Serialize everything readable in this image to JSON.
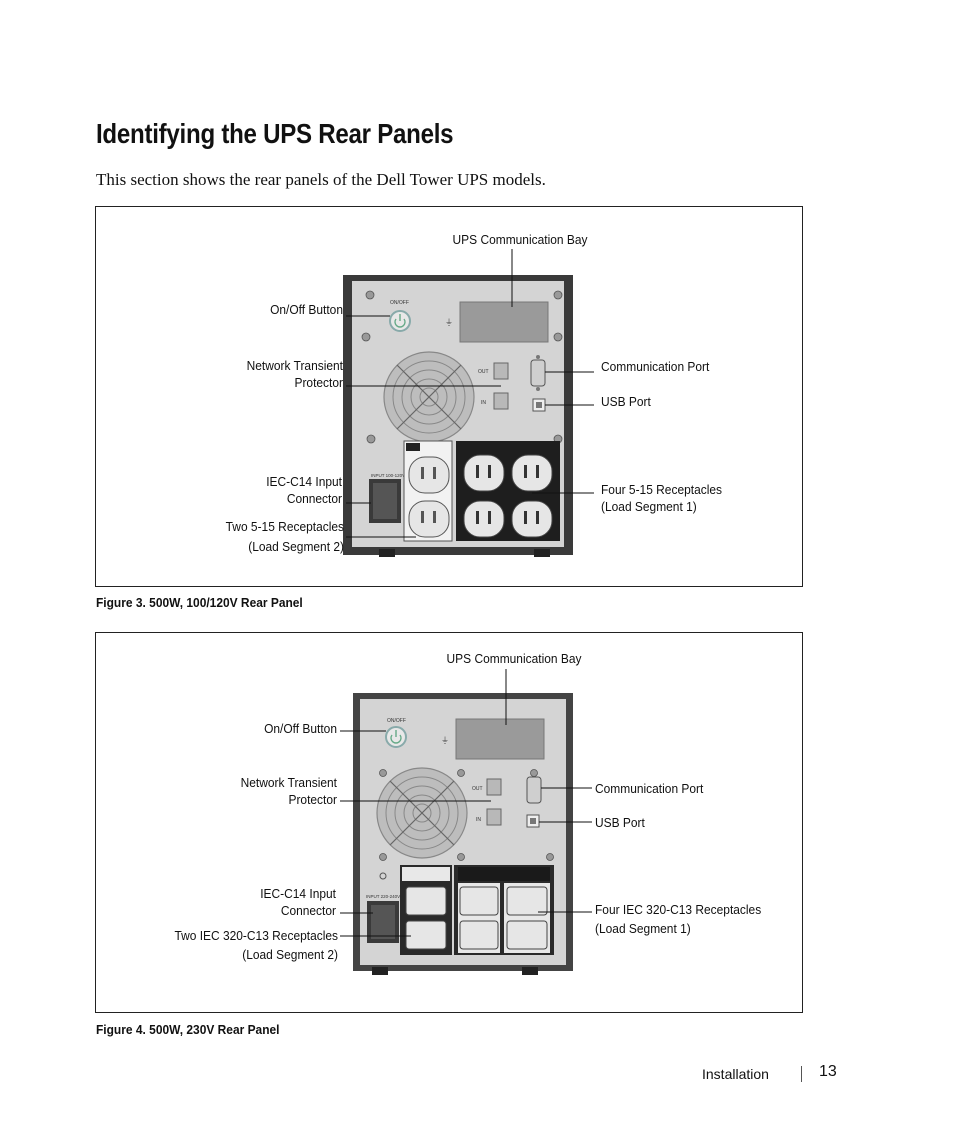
{
  "page": {
    "title": "Identifying the UPS Rear Panels",
    "intro": "This section shows the rear panels of the Dell Tower UPS models."
  },
  "figures": [
    {
      "caption": "Figure 3. 500W, 100/120V Rear Panel",
      "callouts": {
        "comm_bay": "UPS Communication Bay",
        "on_off": "On/Off Button",
        "network_1": "Network Transient",
        "network_2": "Protector",
        "comm_port": "Communication Port",
        "usb_port": "USB Port",
        "iec_1": "IEC-C14 Input",
        "iec_2": "Connector",
        "two_rec_1": "Two 5-15 Receptacles",
        "two_rec_2": "(Load Segment 2)",
        "four_rec_1": "Four 5-15 Receptacles",
        "four_rec_2": "(Load Segment 1)"
      }
    },
    {
      "caption": "Figure 4. 500W, 230V Rear Panel",
      "callouts": {
        "comm_bay": "UPS Communication Bay",
        "on_off": "On/Off Button",
        "network_1": "Network Transient",
        "network_2": "Protector",
        "comm_port": "Communication Port",
        "usb_port": "USB Port",
        "iec_1": "IEC-C14 Input",
        "iec_2": "Connector",
        "two_rec_1": "Two IEC 320-C13 Receptacles",
        "two_rec_2": "(Load Segment 2)",
        "four_rec_1": "Four IEC 320-C13 Receptacles",
        "four_rec_2": "(Load Segment 1)"
      }
    }
  ],
  "footer": {
    "section": "Installation",
    "page_number": "13"
  }
}
